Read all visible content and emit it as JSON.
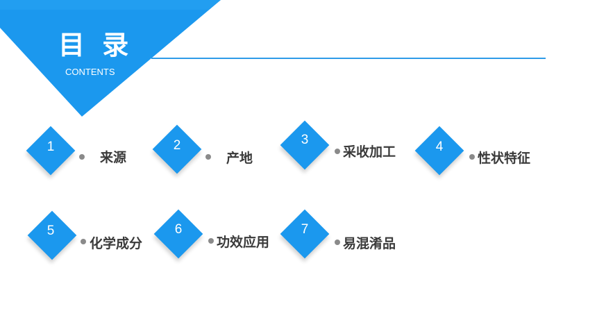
{
  "header": {
    "title": "目 录",
    "subtitle": "CONTENTS"
  },
  "colors": {
    "accent": "#1b98ee",
    "line": "#2e9be8",
    "text": "#3a3a3a",
    "dot": "#8a8a8a"
  },
  "items": [
    {
      "number": "1",
      "label": "来源"
    },
    {
      "number": "2",
      "label": "产地"
    },
    {
      "number": "3",
      "label": "采收加工"
    },
    {
      "number": "4",
      "label": "性状特征"
    },
    {
      "number": "5",
      "label": "化学成分"
    },
    {
      "number": "6",
      "label": "功效应用"
    },
    {
      "number": "7",
      "label": "易混淆品"
    }
  ]
}
